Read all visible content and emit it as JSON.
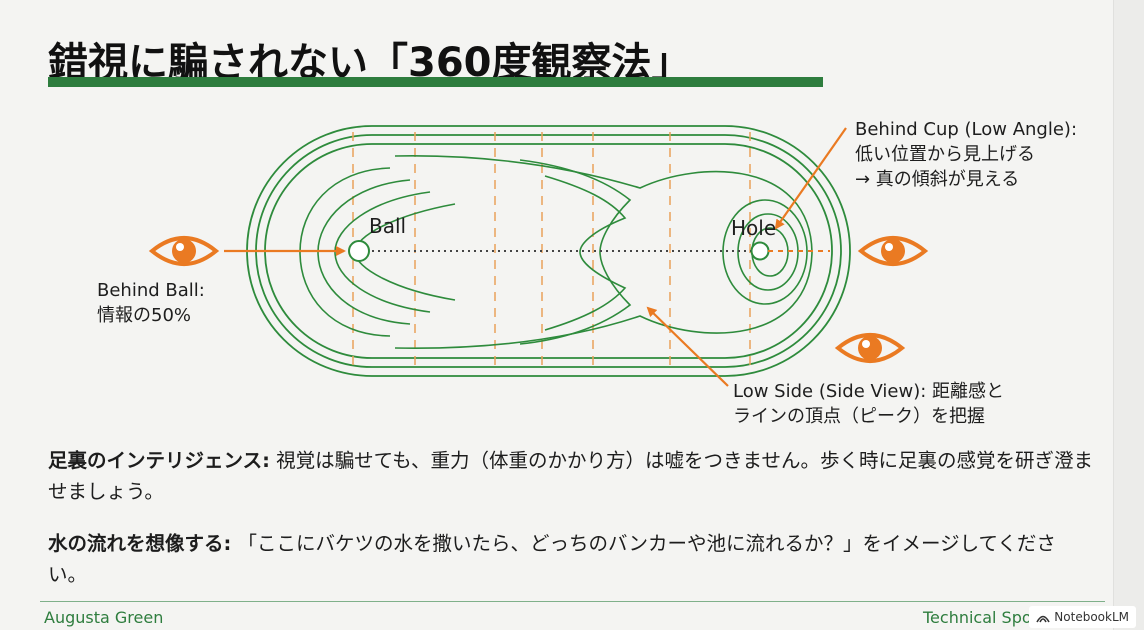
{
  "title": "錯視に騙されない「360度観察法」",
  "diagram": {
    "ball_label": "Ball",
    "hole_label": "Hole",
    "behind_ball": {
      "line1": "Behind Ball:",
      "line2": "情報の50%"
    },
    "behind_cup": {
      "line1": "Behind Cup (Low Angle):",
      "line2": "低い位置から見上げる",
      "line3": "→ 真の傾斜が見える"
    },
    "low_side": {
      "line1": "Low Side (Side View): 距離感と",
      "line2": "ラインの頂点（ピーク）を把握"
    },
    "icons": [
      "eye-icon",
      "eye-icon",
      "eye-icon"
    ],
    "colors": {
      "contour": "#2e8b3c",
      "accent": "#ea7a22",
      "grid": "#e9a15a"
    }
  },
  "paragraphs": [
    {
      "heading": "足裏のインテリジェンス:",
      "text": " 視覚は騙せても、重力（体重のかかり方）は嘘をつきません。歩く時に足裏の感覚を研ぎ澄ませましょう。"
    },
    {
      "heading": "水の流れを想像する:",
      "text": " 「ここにバケツの水を撒いたら、どっちのバンカーや池に流れるか？」をイメージしてください。"
    }
  ],
  "footer": {
    "left": "Augusta Green",
    "right": "Technical Sports Manual"
  },
  "watermark": "NotebookLM"
}
